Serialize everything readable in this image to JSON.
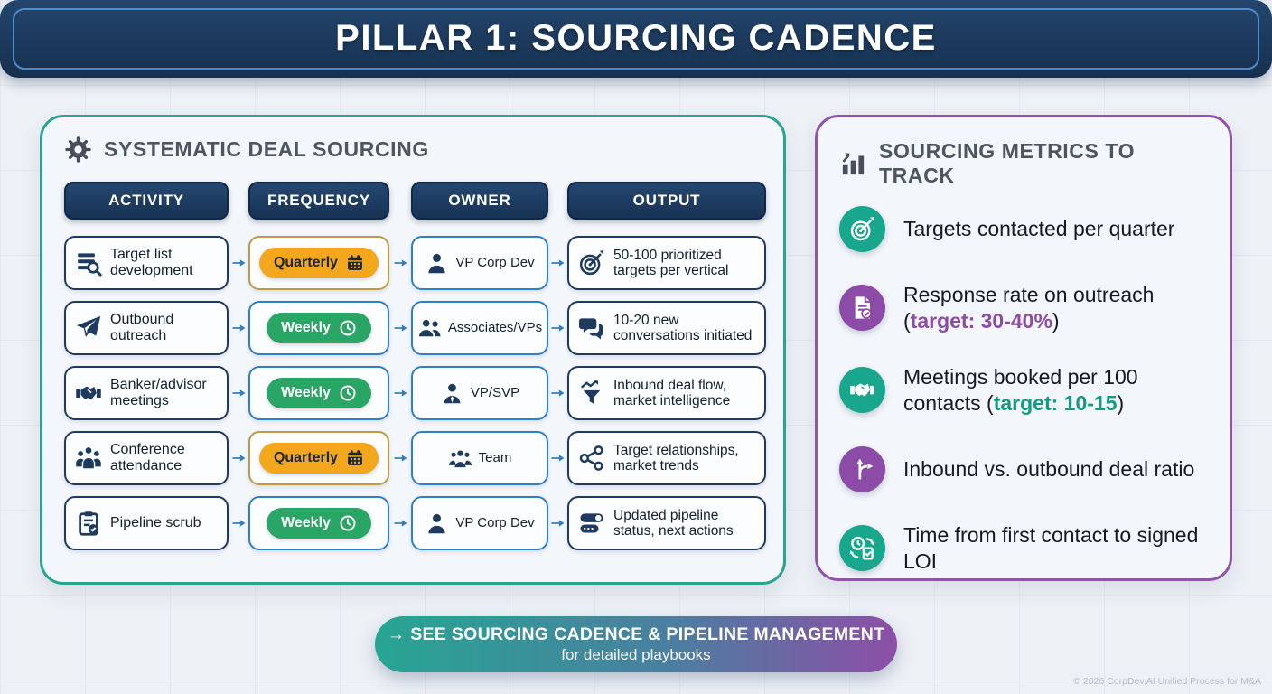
{
  "header": {
    "title": "PILLAR 1: SOURCING CADENCE"
  },
  "sourcing": {
    "title": "SYSTEMATIC DEAL SOURCING",
    "title_icon": "gear-icon",
    "columns": [
      "ACTIVITY",
      "FREQUENCY",
      "OWNER",
      "OUTPUT"
    ],
    "rows": [
      {
        "activity": {
          "icon": "list-search-icon",
          "label": "Target list development"
        },
        "frequency": {
          "label": "Quarterly",
          "icon": "calendar-icon",
          "style": "quarterly"
        },
        "owner": {
          "icon": "person-icon",
          "label": "VP Corp Dev"
        },
        "output": {
          "icon": "target-arrow-icon",
          "label": "50-100 prioritized targets per vertical"
        }
      },
      {
        "activity": {
          "icon": "paper-plane-icon",
          "label": "Outbound outreach"
        },
        "frequency": {
          "label": "Weekly",
          "icon": "clock-icon",
          "style": "weekly"
        },
        "owner": {
          "icon": "people-two-icon",
          "label": "Associates/VPs"
        },
        "output": {
          "icon": "chat-bubbles-icon",
          "label": "10-20 new conversations initiated"
        }
      },
      {
        "activity": {
          "icon": "handshake-icon",
          "label": "Banker/advisor meetings"
        },
        "frequency": {
          "label": "Weekly",
          "icon": "clock-icon",
          "style": "weekly"
        },
        "owner": {
          "icon": "person-tie-icon",
          "label": "VP/SVP"
        },
        "output": {
          "icon": "funnel-trend-icon",
          "label": "Inbound deal flow, market intelligence"
        }
      },
      {
        "activity": {
          "icon": "people-group-icon",
          "label": "Conference attendance"
        },
        "frequency": {
          "label": "Quarterly",
          "icon": "calendar-icon",
          "style": "quarterly"
        },
        "owner": {
          "icon": "people-three-icon",
          "label": "Team"
        },
        "output": {
          "icon": "network-icon",
          "label": "Target relationships, market trends"
        }
      },
      {
        "activity": {
          "icon": "clipboard-check-icon",
          "label": "Pipeline scrub"
        },
        "frequency": {
          "label": "Weekly",
          "icon": "clock-icon",
          "style": "weekly"
        },
        "owner": {
          "icon": "person-icon",
          "label": "VP Corp Dev"
        },
        "output": {
          "icon": "sliders-icon",
          "label": "Updated pipeline status, next actions"
        }
      }
    ]
  },
  "metrics": {
    "title": "SOURCING METRICS TO TRACK",
    "title_icon": "bar-chart-icon",
    "items": [
      {
        "icon": "target-arrow-icon",
        "badge": "teal",
        "parts": [
          {
            "t": "Targets contacted per quarter"
          }
        ]
      },
      {
        "icon": "document-check-icon",
        "badge": "purple",
        "parts": [
          {
            "t": "Response rate on outreach ("
          },
          {
            "t": "target: 30-40%",
            "hl": "purple"
          },
          {
            "t": ")"
          }
        ]
      },
      {
        "icon": "handshake-icon",
        "badge": "teal",
        "parts": [
          {
            "t": "Meetings booked per 100 contacts ("
          },
          {
            "t": "target: 10-15",
            "hl": "teal"
          },
          {
            "t": ")"
          }
        ]
      },
      {
        "icon": "split-arrows-icon",
        "badge": "purple",
        "parts": [
          {
            "t": "Inbound vs. outbound deal ratio"
          }
        ]
      },
      {
        "icon": "clock-doc-icon",
        "badge": "teal",
        "parts": [
          {
            "t": "Time from first contact to signed LOI"
          }
        ]
      }
    ]
  },
  "banner": {
    "line1": "→ SEE SOURCING CADENCE & PIPELINE MANAGEMENT",
    "line2": "for detailed playbooks"
  },
  "footer": {
    "copyright": "© 2026 CorpDev.AI Unified Process for M&A"
  },
  "colors": {
    "header_navy": "#1c3a5e",
    "panel_teal_border": "#2aa390",
    "panel_purple_border": "#9055a8",
    "box_navy_border": "#1e3a5f",
    "box_blue_border": "#2f7fc1",
    "quarterly_border": "#bf9b45",
    "quarterly_pill": "#f2a71d",
    "weekly_pill": "#29a565",
    "arrow_blue": "#2f7fc1",
    "badge_teal": "#18a68d",
    "badge_purple": "#8c4ba6",
    "highlight_purple": "#8c4ba6",
    "highlight_teal": "#149a82",
    "banner_gradient_start": "#27a592",
    "banner_gradient_end": "#8d4fa6"
  }
}
